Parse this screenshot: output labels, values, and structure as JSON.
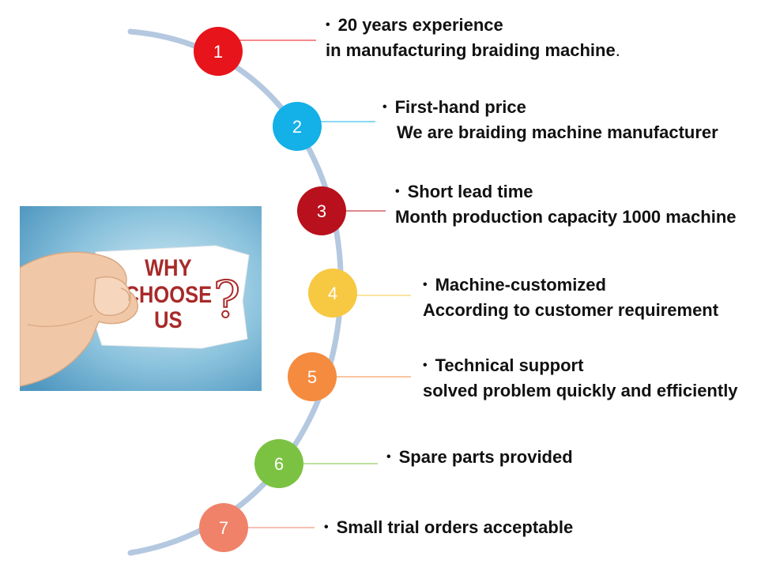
{
  "items": [
    {
      "number": "1",
      "heading": "20 years experience",
      "subline": "in manufacturing braiding machine",
      "tail": ".",
      "color": "#e8141b"
    },
    {
      "number": "2",
      "heading": "First-hand price",
      "subline": "We are braiding machine manufacturer",
      "color": "#14b0e8"
    },
    {
      "number": "3",
      "heading": "Short lead time",
      "subline": "Month production capacity 1000 machine",
      "color": "#b8101c"
    },
    {
      "number": "4",
      "heading": "Machine-customized",
      "subline": "According to customer requirement",
      "color": "#f7c842"
    },
    {
      "number": "5",
      "heading": "Technical support",
      "subline": "solved problem quickly and efficiently",
      "color": "#f58b3e"
    },
    {
      "number": "6",
      "heading": "Spare parts provided",
      "subline": "",
      "color": "#7cc242"
    },
    {
      "number": "7",
      "heading": "Small trial orders acceptable",
      "subline": "",
      "color": "#f0826a"
    }
  ],
  "photo": {
    "sign_text_1": "WHY",
    "sign_text_2": "CHOOSE",
    "sign_text_3": "US",
    "sign_mark": "?",
    "colors": {
      "sky": "#5fa8cf",
      "sign": "#ffffff",
      "lettering": "#a82a2a"
    }
  },
  "arc_color": "#b4c8e0"
}
